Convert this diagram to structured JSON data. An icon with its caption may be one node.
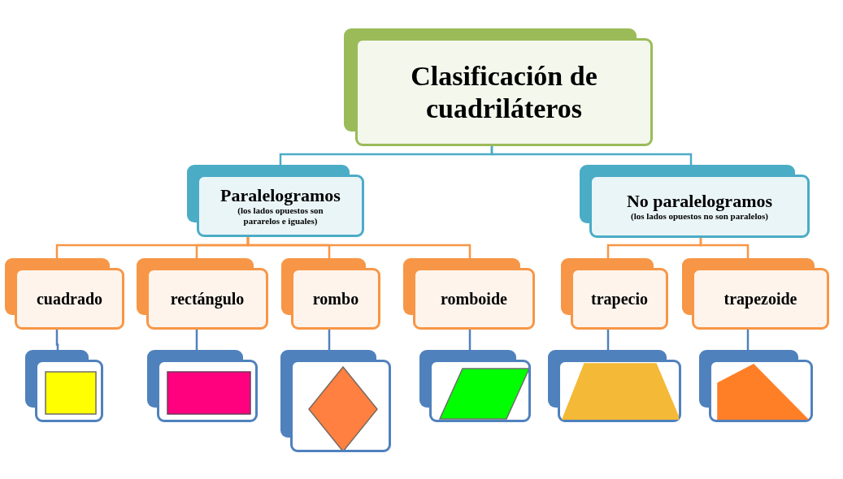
{
  "diagram": {
    "nodes": [
      {
        "text": [
          "Clasificación de cuadriláteros"
        ]
      },
      {
        "text": [
          "Paralelogramos",
          "(los lados opuestos son pararelos e iguales)"
        ]
      },
      {
        "text": [
          "No paralelogramos",
          "(los lados opuestos no son paralelos)"
        ]
      },
      {
        "text": [
          "cuadrado"
        ]
      },
      {
        "text": [
          "rectángulo"
        ]
      },
      {
        "text": [
          "rombo"
        ]
      },
      {
        "text": [
          "romboide"
        ]
      },
      {
        "text": [
          "trapecio"
        ]
      },
      {
        "text": [
          "trapezoide"
        ]
      },
      {
        "text": [],
        "shape": "picture"
      },
      {
        "text": [],
        "shape": "picture"
      },
      {
        "text": [],
        "shape": "picture"
      },
      {
        "text": [],
        "shape": "picture"
      },
      {
        "text": [],
        "shape": "picture"
      },
      {
        "text": [],
        "shape": "picture"
      }
    ],
    "edges": [
      {
        "from": 0,
        "to": 1,
        "arrow": "none",
        "color": "#4bacc6"
      },
      {
        "from": 0,
        "to": 2,
        "arrow": "none",
        "color": "#4bacc6"
      },
      {
        "from": 1,
        "to": 3,
        "arrow": "none",
        "color": "#f79646"
      },
      {
        "from": 1,
        "to": 4,
        "arrow": "none",
        "color": "#f79646"
      },
      {
        "from": 1,
        "to": 5,
        "arrow": "none",
        "color": "#f79646"
      },
      {
        "from": 1,
        "to": 6,
        "arrow": "none",
        "color": "#f79646"
      },
      {
        "from": 2,
        "to": 7,
        "arrow": "none",
        "color": "#f79646"
      },
      {
        "from": 2,
        "to": 8,
        "arrow": "none",
        "color": "#f79646"
      },
      {
        "from": 3,
        "to": 9,
        "arrow": "none",
        "color": "#4f81bd"
      },
      {
        "from": 4,
        "to": 10,
        "arrow": "none",
        "color": "#4f81bd"
      },
      {
        "from": 5,
        "to": 11,
        "arrow": "none",
        "color": "#4f81bd"
      },
      {
        "from": 6,
        "to": 12,
        "arrow": "none",
        "color": "#4f81bd"
      },
      {
        "from": 7,
        "to": 13,
        "arrow": "none",
        "color": "#4f81bd"
      },
      {
        "from": 8,
        "to": 14,
        "arrow": "none",
        "color": "#4f81bd"
      }
    ]
  }
}
